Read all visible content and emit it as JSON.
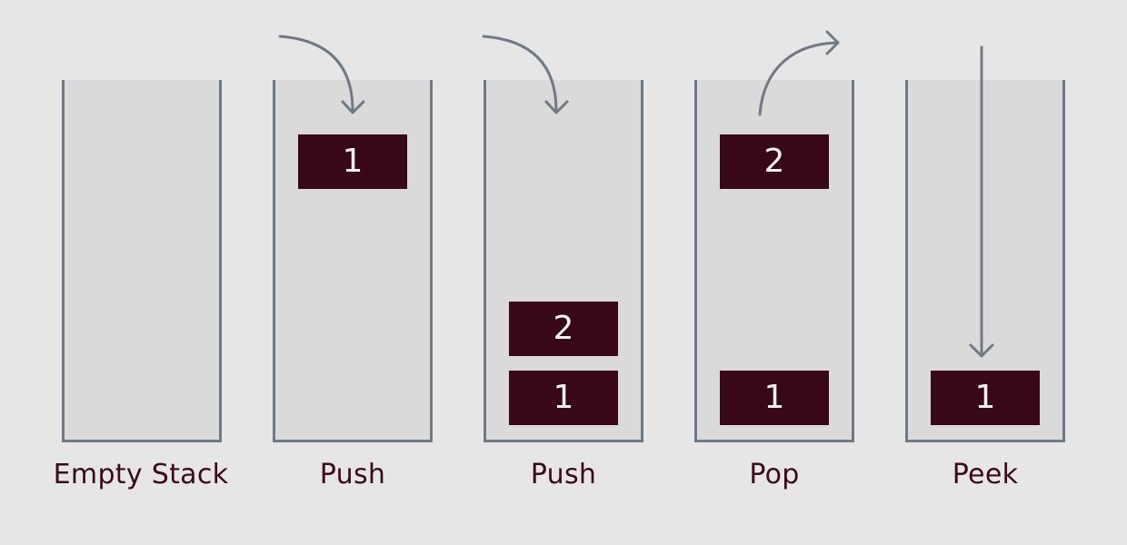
{
  "stacks": [
    {
      "label": "Empty Stack",
      "items": []
    },
    {
      "label": "Push",
      "items": [
        "1"
      ]
    },
    {
      "label": "Push",
      "items": [
        "2",
        "1"
      ]
    },
    {
      "label": "Pop",
      "items": [
        "2",
        "1"
      ]
    },
    {
      "label": "Peek",
      "items": [
        "1"
      ]
    }
  ],
  "colors": {
    "background": "#e6e6e6",
    "stack_fill": "#dadada",
    "stack_border": "#707a85",
    "item_fill": "#380818",
    "item_text": "#f2f2f2",
    "label_text": "#3b0a1e",
    "arrow": "#707a85"
  }
}
